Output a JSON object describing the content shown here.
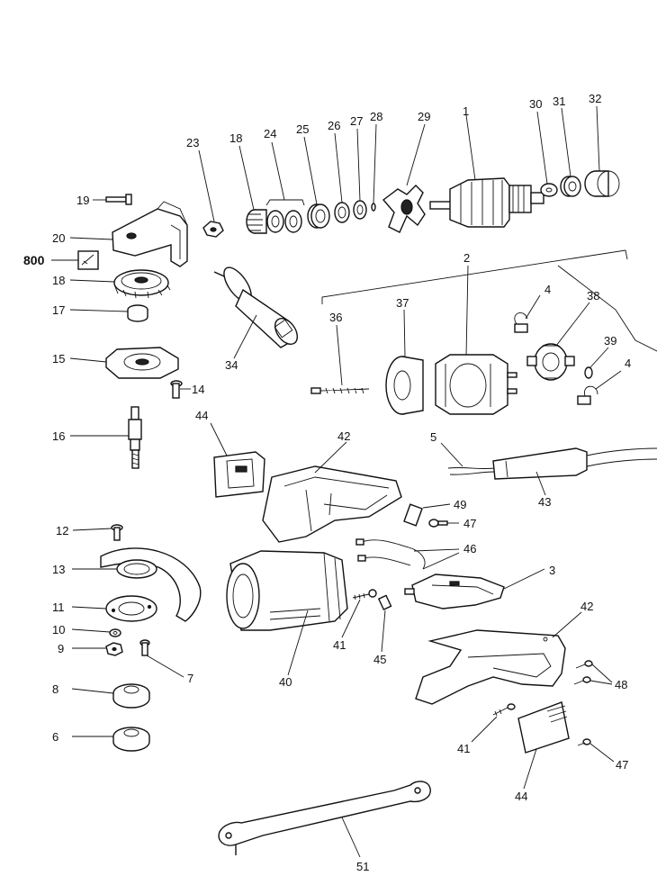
{
  "labels": {
    "p1": "1",
    "p2": "2",
    "p3": "3",
    "p4a": "4",
    "p4b": "4",
    "p5": "5",
    "p6": "6",
    "p7": "7",
    "p8": "8",
    "p9": "9",
    "p10": "10",
    "p11": "11",
    "p12": "12",
    "p13": "13",
    "p14": "14",
    "p15": "15",
    "p16": "16",
    "p17": "17",
    "p18a": "18",
    "p18b": "18",
    "p19": "19",
    "p20": "20",
    "p23": "23",
    "p24": "24",
    "p25": "25",
    "p26": "26",
    "p27": "27",
    "p28": "28",
    "p29": "29",
    "p30": "30",
    "p31": "31",
    "p32": "32",
    "p34": "34",
    "p36": "36",
    "p37": "37",
    "p38": "38",
    "p39": "39",
    "p40": "40",
    "p41a": "41",
    "p41b": "41",
    "p42a": "42",
    "p42b": "42",
    "p43": "43",
    "p44a": "44",
    "p44b": "44",
    "p45": "45",
    "p46": "46",
    "p47a": "47",
    "p47b": "47",
    "p48": "48",
    "p49": "49",
    "p51": "51",
    "p800": "800"
  },
  "colors": {
    "ink": "#111111",
    "background": "#ffffff"
  }
}
